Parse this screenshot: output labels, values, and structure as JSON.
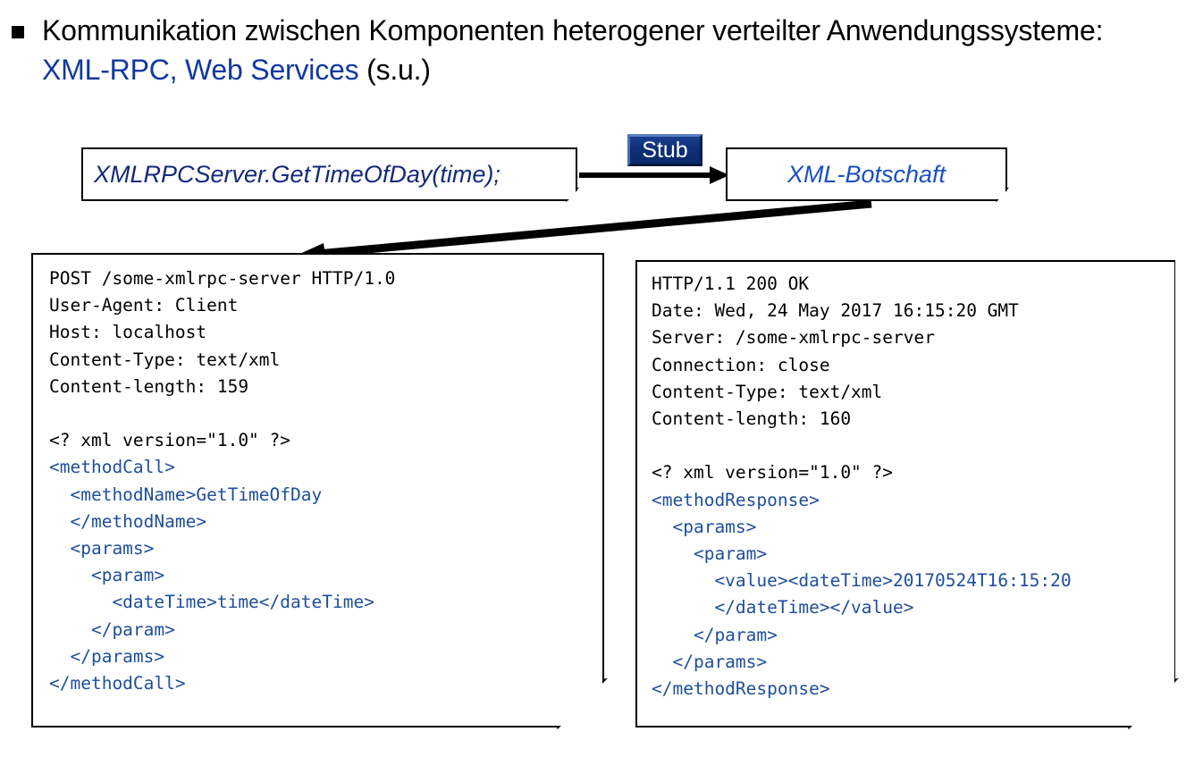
{
  "slide": {
    "bullet": {
      "icon": "square-bullet",
      "text_before": "Kommunikation zwischen Komponenten heterogener verteilter Anwendungssysteme: ",
      "highlight": "XML-RPC, Web Services",
      "text_after": " (s.u.)",
      "highlight_color": "#1238A0"
    },
    "diagram": {
      "call_box_label": "XMLRPCServer.GetTimeOfDay(time);",
      "stub_label": "Stub",
      "message_box_label": "XML-Botschaft",
      "call_box_text_color": "#15297A",
      "message_box_text_color": "#1A4FC4",
      "stub_fill_color": "#0d2f77",
      "arrow_color": "#000000"
    },
    "request": {
      "name": "xmlrpc-http-request",
      "header_lines": [
        "POST /some-xmlrpc-server HTTP/1.0",
        "User-Agent: Client",
        "Host: localhost",
        "Content-Type: text/xml",
        "Content-length: 159"
      ],
      "prolog": "<? xml version=\"1.0\" ?>",
      "xml_lines": [
        "<methodCall>",
        "  <methodName>GetTimeOfDay",
        "  </methodName>",
        "  <params>",
        "    <param>",
        "      <dateTime>time</dateTime>",
        "    </param>",
        "  </params>",
        "</methodCall>"
      ]
    },
    "response": {
      "name": "xmlrpc-http-response",
      "header_lines": [
        "HTTP/1.1 200 OK",
        "Date: Wed, 24 May 2017 16:15:20 GMT",
        "Server: /some-xmlrpc-server",
        "Connection: close",
        "Content-Type: text/xml",
        "Content-length: 160"
      ],
      "prolog": "<? xml version=\"1.0\" ?>",
      "xml_lines": [
        "<methodResponse>",
        "  <params>",
        "    <param>",
        "      <value><dateTime>20170524T16:15:20",
        "      </dateTime></value>",
        "    </param>",
        "  </params>",
        "</methodResponse>"
      ]
    },
    "xml_tag_color": "#1F4E9C"
  }
}
